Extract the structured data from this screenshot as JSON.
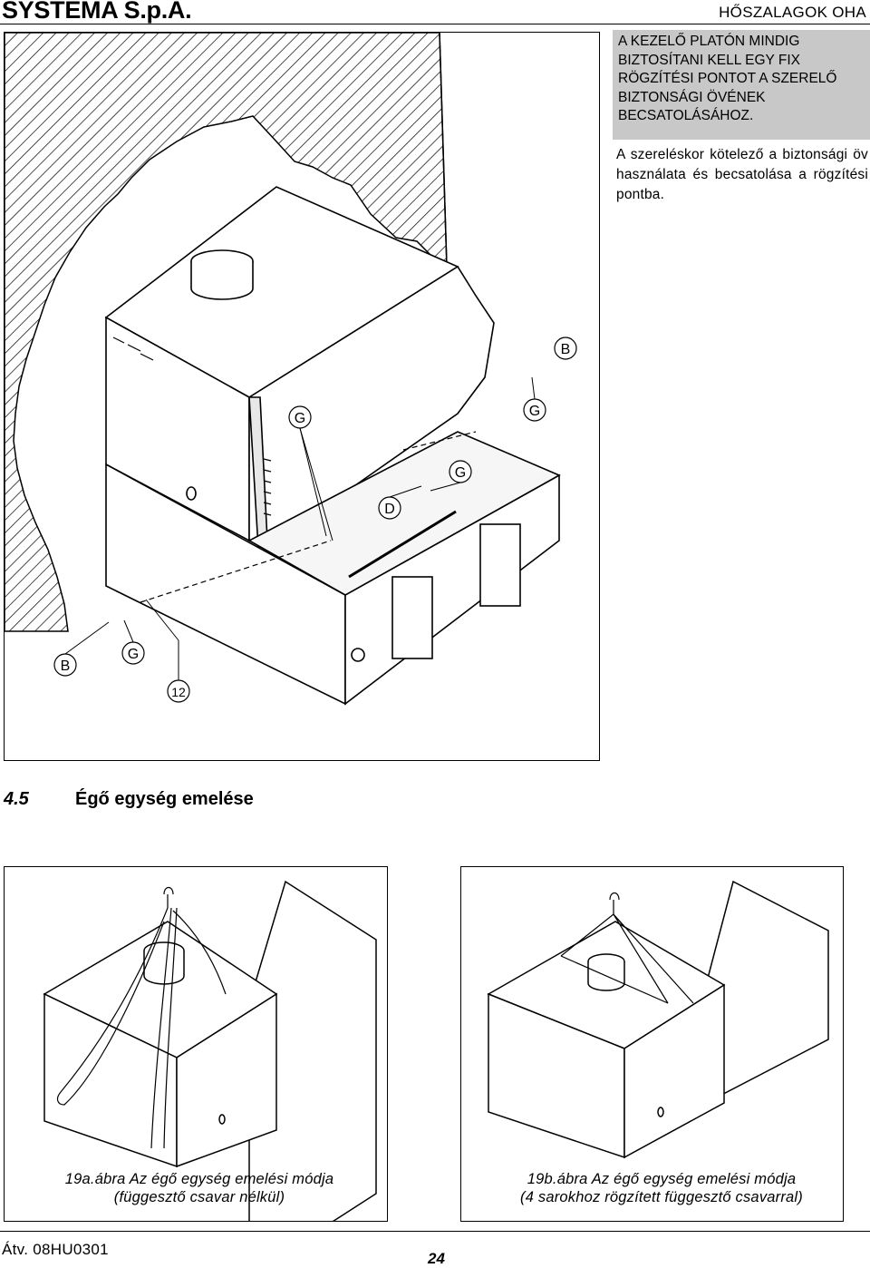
{
  "header": {
    "brand": "SYSTEMA S.p.A.",
    "section": "HŐSZALAGOK OHA"
  },
  "warning_box": {
    "text": "A KEZELŐ PLATÓN MINDIG BIZTOSÍTANI KELL EGY FIX RÖGZÍTÉSI PONTOT A SZERELŐ BIZTONSÁGI ÖVÉNEK BECSATOLÁSÁHOZ."
  },
  "note": {
    "text": "A szereléskor kötelező a biztonsági öv használata és becsatolása a rögzítési pontba."
  },
  "diagram_main": {
    "labels": {
      "b_top": "B",
      "g_top_right": "G",
      "g_left": "G",
      "g_middle": "G",
      "d": "D",
      "b_bottom": "B",
      "g_bottom": "G",
      "ref_12": "12"
    }
  },
  "section": {
    "number": "4.5",
    "title": "Égő egység emelése"
  },
  "figures": {
    "fig_a_caption_line1": "19a.ábra Az égő egység emelési módja",
    "fig_a_caption_line2": "(függesztő csavar nélkül)",
    "fig_b_caption_line1": "19b.ábra Az égő egység emelési módja",
    "fig_b_caption_line2": "(4 sarokhoz rögzített függesztő csavarral)"
  },
  "footer": {
    "revision": "Átv. 08HU0301",
    "page": "24"
  }
}
